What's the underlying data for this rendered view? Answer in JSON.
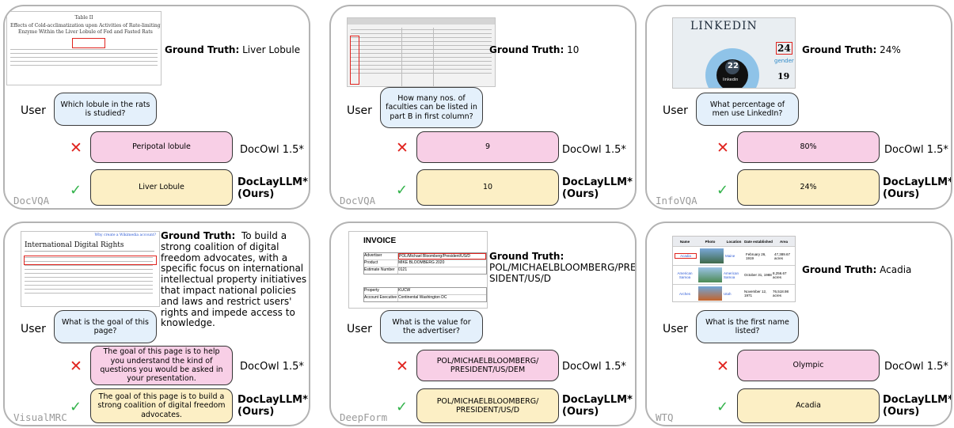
{
  "labels": {
    "user": "User",
    "ground_truth": "Ground Truth",
    "model_a": "DocOwl 1.5*",
    "model_b_line1": "DocLayLLM*",
    "model_b_line2": "(Ours)"
  },
  "panels": [
    {
      "dataset": "DocVQA",
      "ground_truth": "Liver Lobule",
      "question": "Which lobule in the rats is studied?",
      "answer_a": "Peripotal lobule",
      "answer_b": "Liver Lobule",
      "thumb": {
        "title": "Table II",
        "line1": "Effects of Cold-acclimatization upon Activities of Rate-limiting",
        "line2": "Enzyme Within the Liver Lobule of Fed and Fasted Rats"
      }
    },
    {
      "dataset": "DocVQA",
      "ground_truth": "10",
      "question": "How many nos. of faculties can be listed in part B in first column?",
      "answer_a": "9",
      "answer_b": "10"
    },
    {
      "dataset": "InfoVQA",
      "ground_truth": "24%",
      "question": "What percentage of men use LinkedIn?",
      "answer_a": "80%",
      "answer_b": "24%",
      "thumb": {
        "title": "LINKEDIN",
        "n1": "24",
        "n2": "22",
        "n3": "19",
        "word": "gender",
        "center": "linkedin"
      }
    },
    {
      "dataset": "VisualMRC",
      "ground_truth": "To build a strong coalition of digital freedom advocates, with a specific focus on international intellectual property initiatives that impact national policies and laws and restrict users' rights and impede access to knowledge.",
      "question": "What is the goal of this page?",
      "answer_a": "The goal of this page is to help you understand the kind of questions you would be asked in your presentation.",
      "answer_b": "The goal of this page is to build a strong coalition of digital freedom advocates.",
      "thumb": {
        "title": "International Digital Rights",
        "link": "Why create a Wikimedia account?"
      }
    },
    {
      "dataset": "DeepForm",
      "ground_truth": "POL/MICHAELBLOOMBERG/PRESIDENT/US/D",
      "ground_truth_l1": "POL/MICHAELBLOOMBERG/PRE",
      "ground_truth_l2": "SIDENT/US/D",
      "question": "What is the value for the advertiser?",
      "answer_a": "POL/MICHAELBLOOMBERG/ PRESIDENT/US/DEM",
      "answer_b": "POL/MICHAELBLOOMBERG/ PRESIDENT/US/D",
      "thumb": {
        "title": "INVOICE",
        "rows": [
          [
            "Advertiser",
            "POL/Michael Bloomberg/President/US/D"
          ],
          [
            "Product",
            "MIKE BLOOMBERG 2020"
          ],
          [
            "Estimate Number",
            "0121"
          ],
          [
            "Property",
            "KUCW"
          ],
          [
            "Account Executive",
            "Continental Washington DC"
          ]
        ]
      }
    },
    {
      "dataset": "WTQ",
      "ground_truth": "Acadia",
      "question": "What is the first name listed?",
      "answer_a": "Olympic",
      "answer_b": "Acadia",
      "thumb": {
        "headers": [
          "Name",
          "Photo",
          "Location",
          "Date established",
          "Area"
        ],
        "rows": [
          [
            "Acadia",
            "Maine",
            "February 26, 1919",
            "47,389.67 acres"
          ],
          [
            "American Samoa",
            "American Samoa",
            "October 31, 1988",
            "8,256.67 acres"
          ],
          [
            "Arches",
            "Utah",
            "November 12, 1971",
            "76,518.98 acres"
          ]
        ]
      }
    }
  ],
  "colors": {
    "question_bg": "#e4f0fb",
    "answer_a_bg": "#f8cfe6",
    "answer_b_bg": "#fcefc5",
    "cross": "#e0231e",
    "check": "#33b34b",
    "highlight": "#e0231e"
  }
}
